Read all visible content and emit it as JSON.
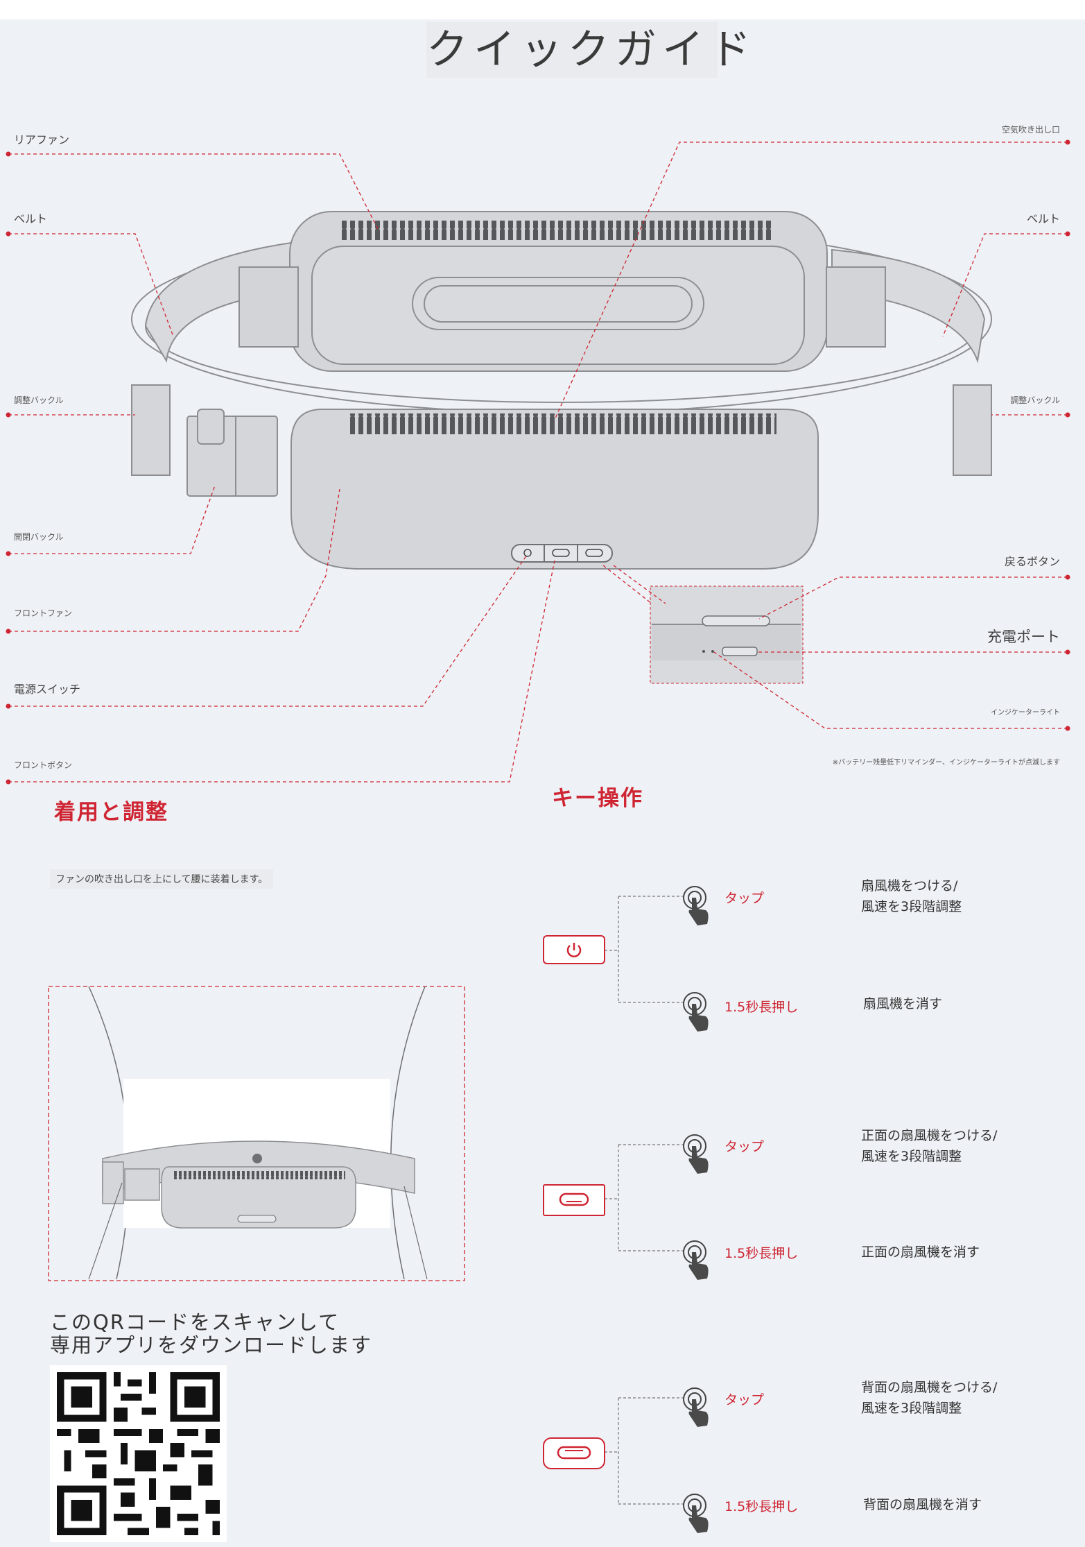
{
  "title": "クイックガイド",
  "labels": {
    "rear_fan": "リアファン",
    "belt_left": "ベルト",
    "adjust_buckle_left": "調整バックル",
    "release_buckle": "開閉バックル",
    "front_fan": "フロントファン",
    "power_switch": "電源スイッチ",
    "front_button": "フロントボタン",
    "air_outlet": "空気吹き出し口",
    "belt_right": "ベルト",
    "adjust_buckle_right": "調整バックル",
    "back_button": "戻るボタン",
    "charge_port": "充電ポート",
    "indicator_light": "インジケーターライト",
    "battery_note": "※バッテリー残量低下リマインダー、インジケーターライトが点滅します"
  },
  "wearing": {
    "title": "着用と調整",
    "note": "ファンの吹き出し口を上にして腰に装着します。"
  },
  "keys": {
    "title": "キー操作",
    "groups": [
      {
        "icon": "power-icon",
        "tap_label": "タップ",
        "tap_desc": "扇風機をつける/\n風速を3段階調整",
        "hold_label": "1.5秒長押し",
        "hold_desc": "扇風機を消す"
      },
      {
        "icon": "front-fan-icon",
        "tap_label": "タップ",
        "tap_desc": "正面の扇風機をつける/\n風速を3段階調整",
        "hold_label": "1.5秒長押し",
        "hold_desc": "正面の扇風機を消す"
      },
      {
        "icon": "rear-fan-icon",
        "tap_label": "タップ",
        "tap_desc": "背面の扇風機をつける/\n風速を3段階調整",
        "hold_label": "1.5秒長押し",
        "hold_desc": "背面の扇風機を消す"
      }
    ]
  },
  "qr": {
    "text": "このQRコードをスキャンして\n専用アプリをダウンロードします"
  },
  "colors": {
    "accent": "#cf2533",
    "device": "#d5d6da",
    "background": "#eef1f5"
  }
}
